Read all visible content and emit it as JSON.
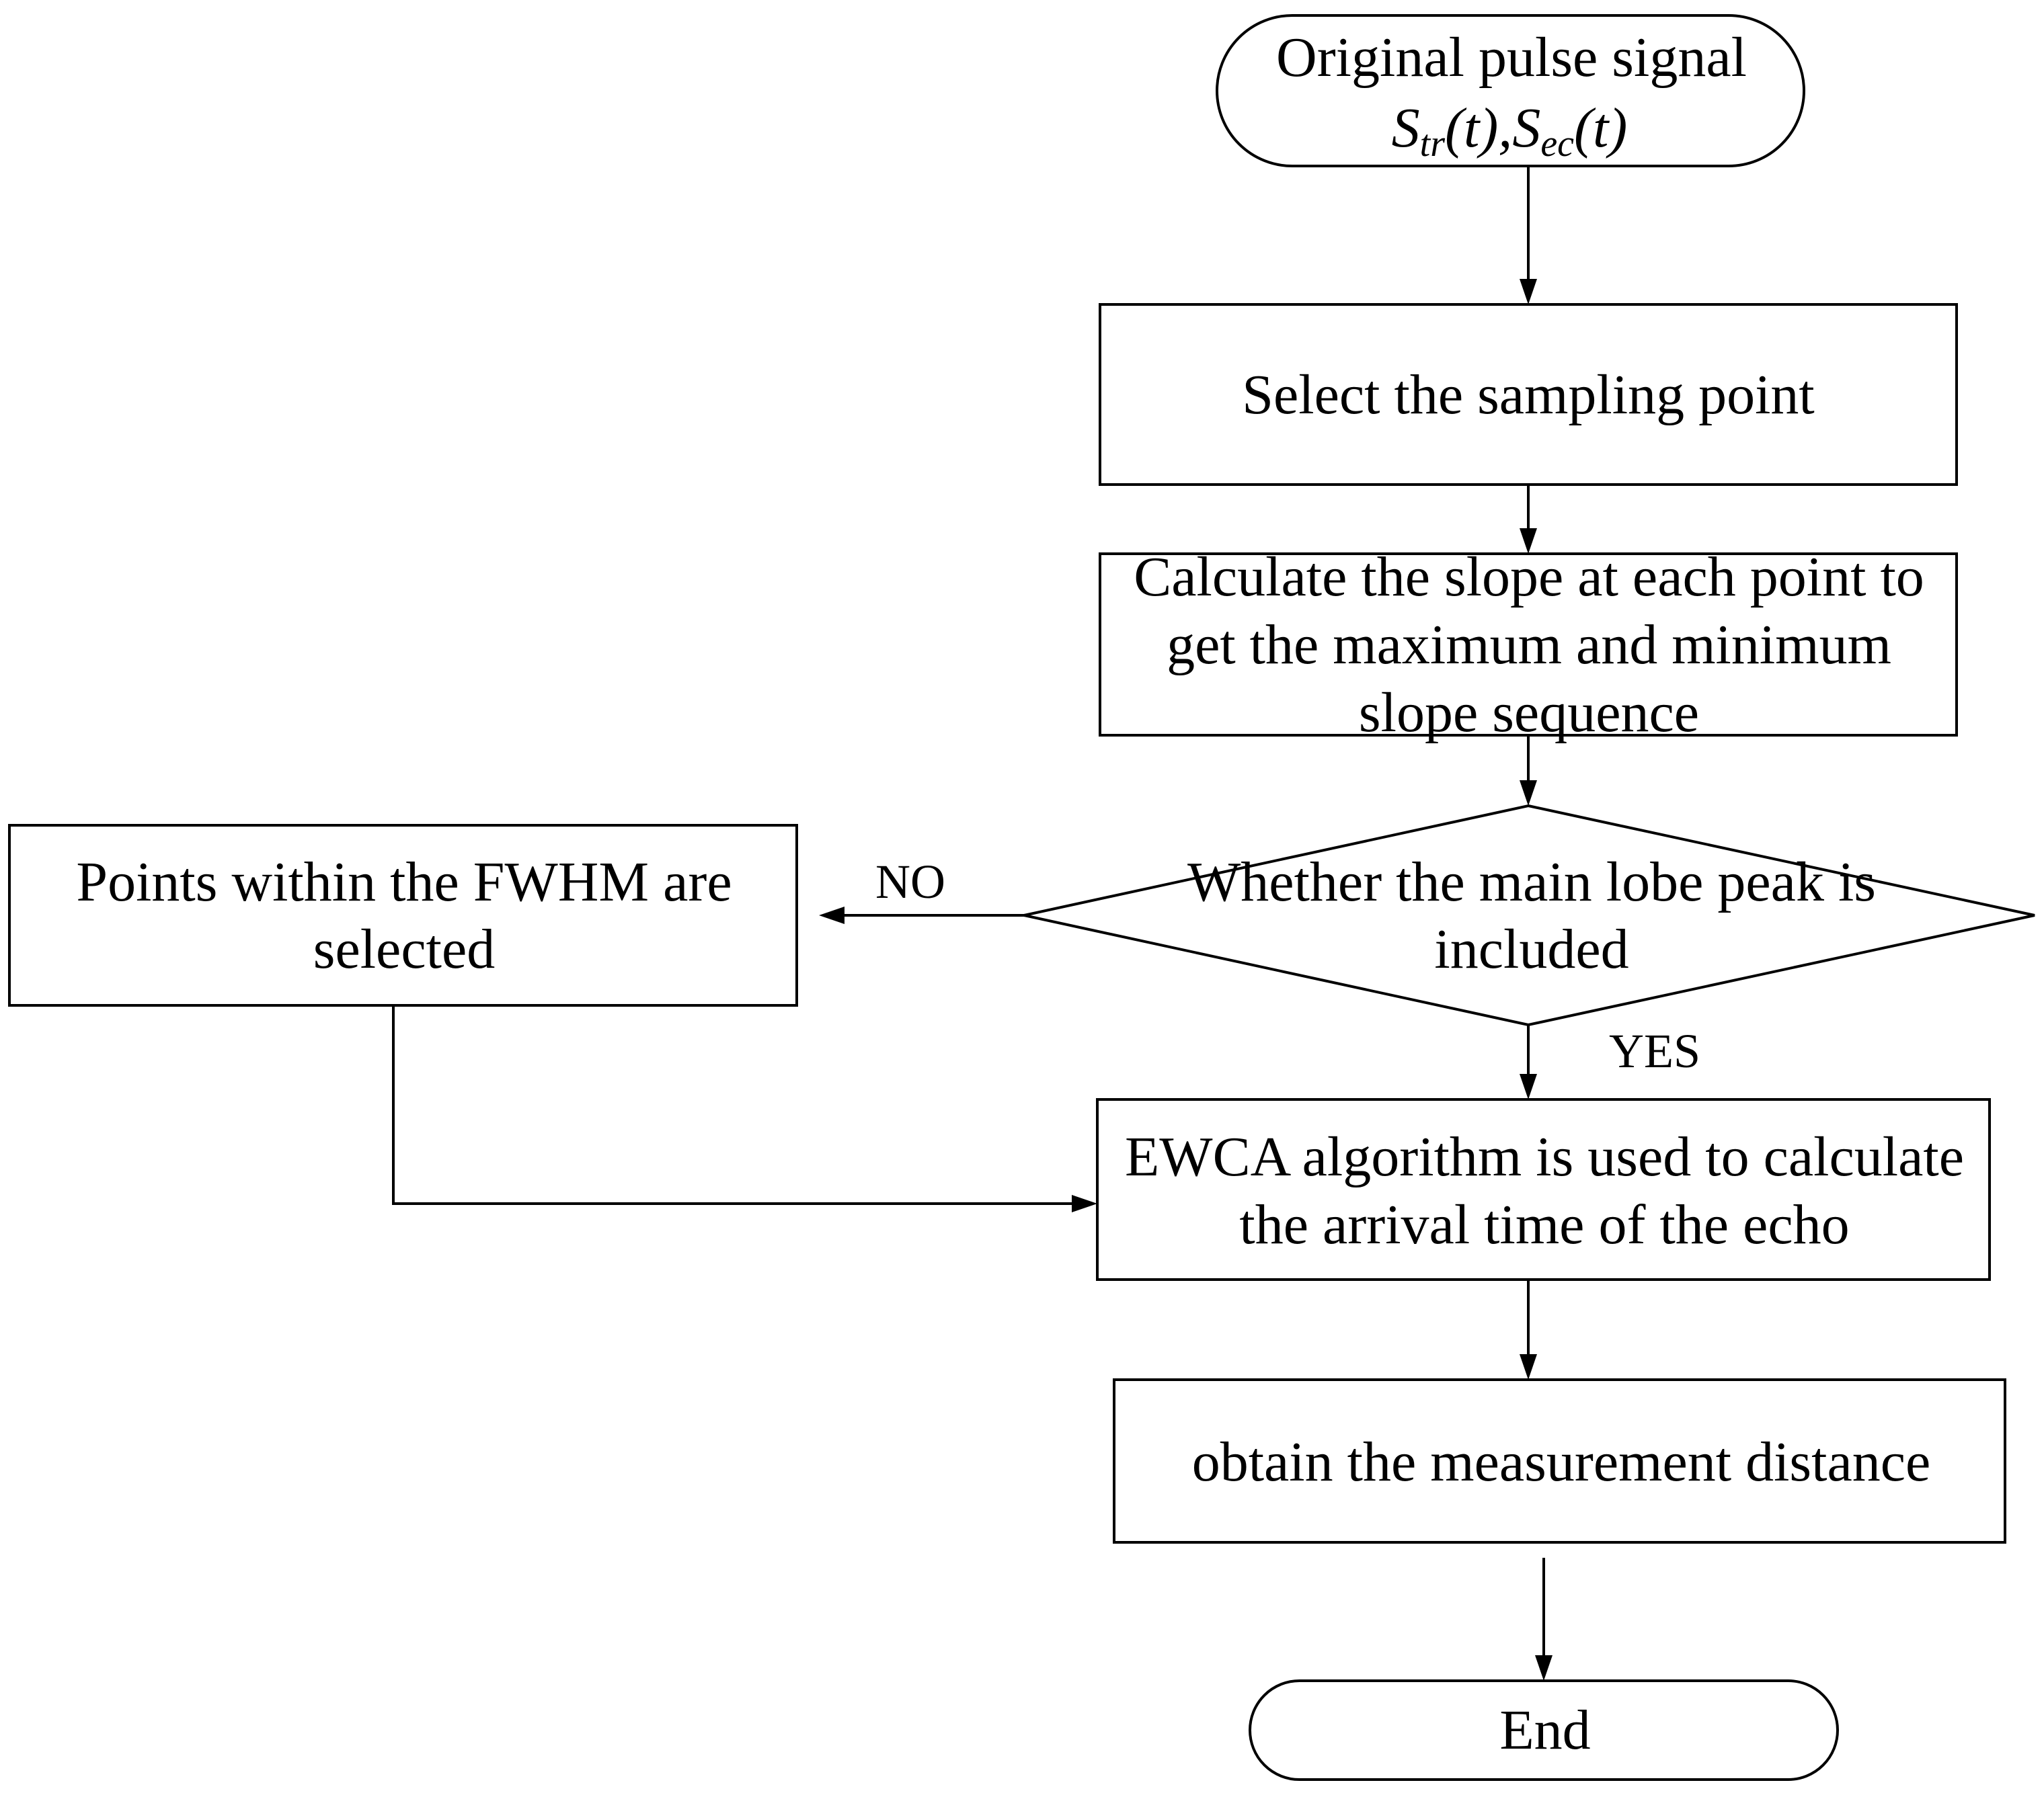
{
  "start": {
    "line1": "Original pulse signal",
    "formula": [
      "S",
      "tr",
      "(t),",
      "S",
      "ec",
      "(t)"
    ]
  },
  "steps": {
    "select": "Select the sampling point",
    "slope": [
      "Calculate the slope at each point to",
      "get the maximum and minimum",
      "slope sequence"
    ],
    "decision": [
      "Whether the main lobe peak is",
      "included"
    ],
    "fwhm": [
      "Points within the FWHM are",
      "selected"
    ],
    "ewca": [
      "EWCA algorithm is used to calculate",
      "the arrival time of the echo"
    ],
    "distance": "obtain the measurement distance"
  },
  "labels": {
    "no": "NO",
    "yes": "YES"
  },
  "end": "End",
  "colors": {
    "ink": "#000000",
    "paper": "#ffffff"
  }
}
